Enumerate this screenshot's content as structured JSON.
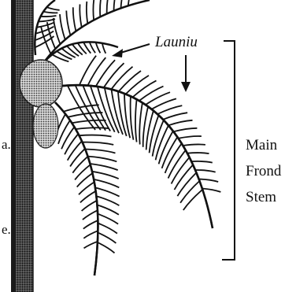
{
  "labels": {
    "launiu": "Launiu",
    "main_frond_stem": [
      "Main",
      "Frond",
      "Stem"
    ],
    "left_fragment_upper": "a.",
    "left_fragment_lower": "e."
  }
}
